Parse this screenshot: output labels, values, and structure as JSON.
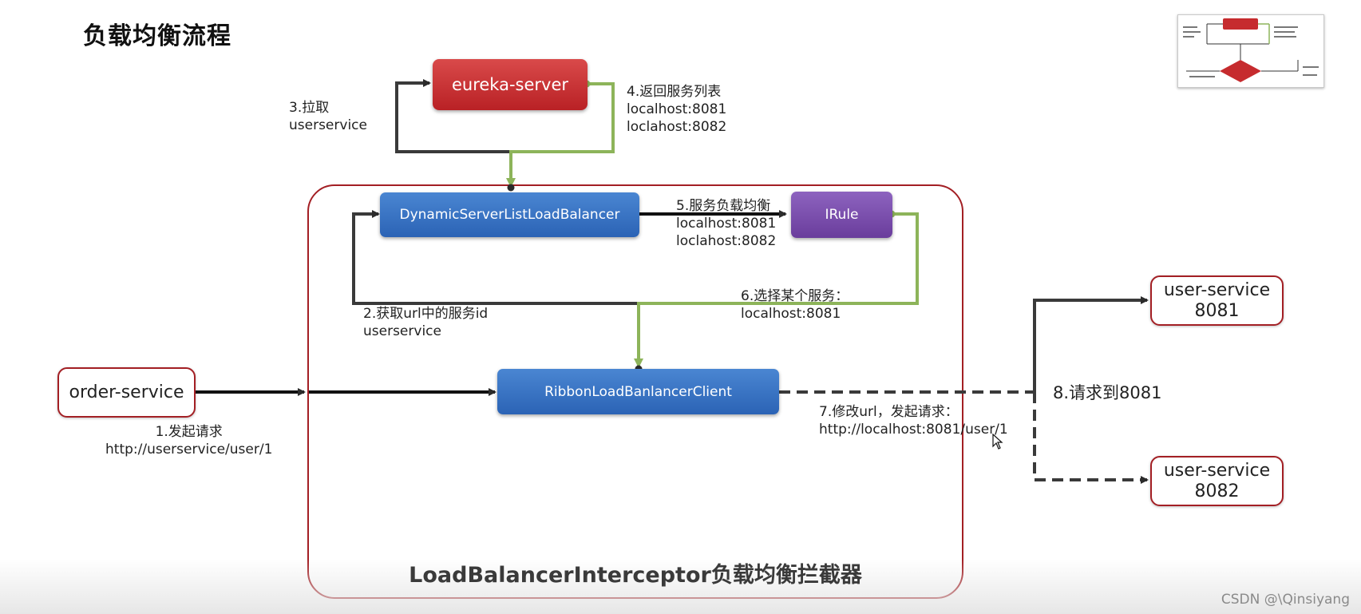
{
  "title": "负载均衡流程",
  "interceptor": {
    "title": "LoadBalancerInterceptor负载均衡拦截器"
  },
  "nodes": {
    "eureka_server": "eureka-server",
    "dynamic_lb": "DynamicServerListLoadBalancer",
    "irule": "IRule",
    "ribbon_client": "RibbonLoadBanlancerClient",
    "order_service": "order-service",
    "user_service_8081": {
      "line1": "user-service",
      "line2": "8081"
    },
    "user_service_8082": {
      "line1": "user-service",
      "line2": "8082"
    }
  },
  "steps": {
    "step1": {
      "line1": "1.发起请求",
      "line2": "http://userservice/user/1"
    },
    "step2": {
      "line1": "2.获取url中的服务id",
      "line2": "userservice"
    },
    "step3": {
      "line1": "3.拉取",
      "line2": "userservice"
    },
    "step4": {
      "line1": "4.返回服务列表",
      "line2": "localhost:8081",
      "line3": "loclahost:8082"
    },
    "step5": {
      "line1": "5.服务负载均衡",
      "line2": "localhost:8081",
      "line3": "loclahost:8082"
    },
    "step6": {
      "line1": "6.选择某个服务：",
      "line2": "localhost:8081"
    },
    "step7": {
      "line1": "7.修改url，发起请求：",
      "line2": "http://localhost:8081/user/1"
    },
    "step8": "8.请求到8081"
  },
  "watermark": "CSDN @\\Qinsiyang",
  "colors": {
    "frame": "#a31f24",
    "arrow_dark": "#2b2b2b",
    "arrow_green": "#8db45a",
    "node_blue": "#2f6bbd",
    "node_red": "#c62b2e",
    "node_purple": "#7a4bad"
  }
}
